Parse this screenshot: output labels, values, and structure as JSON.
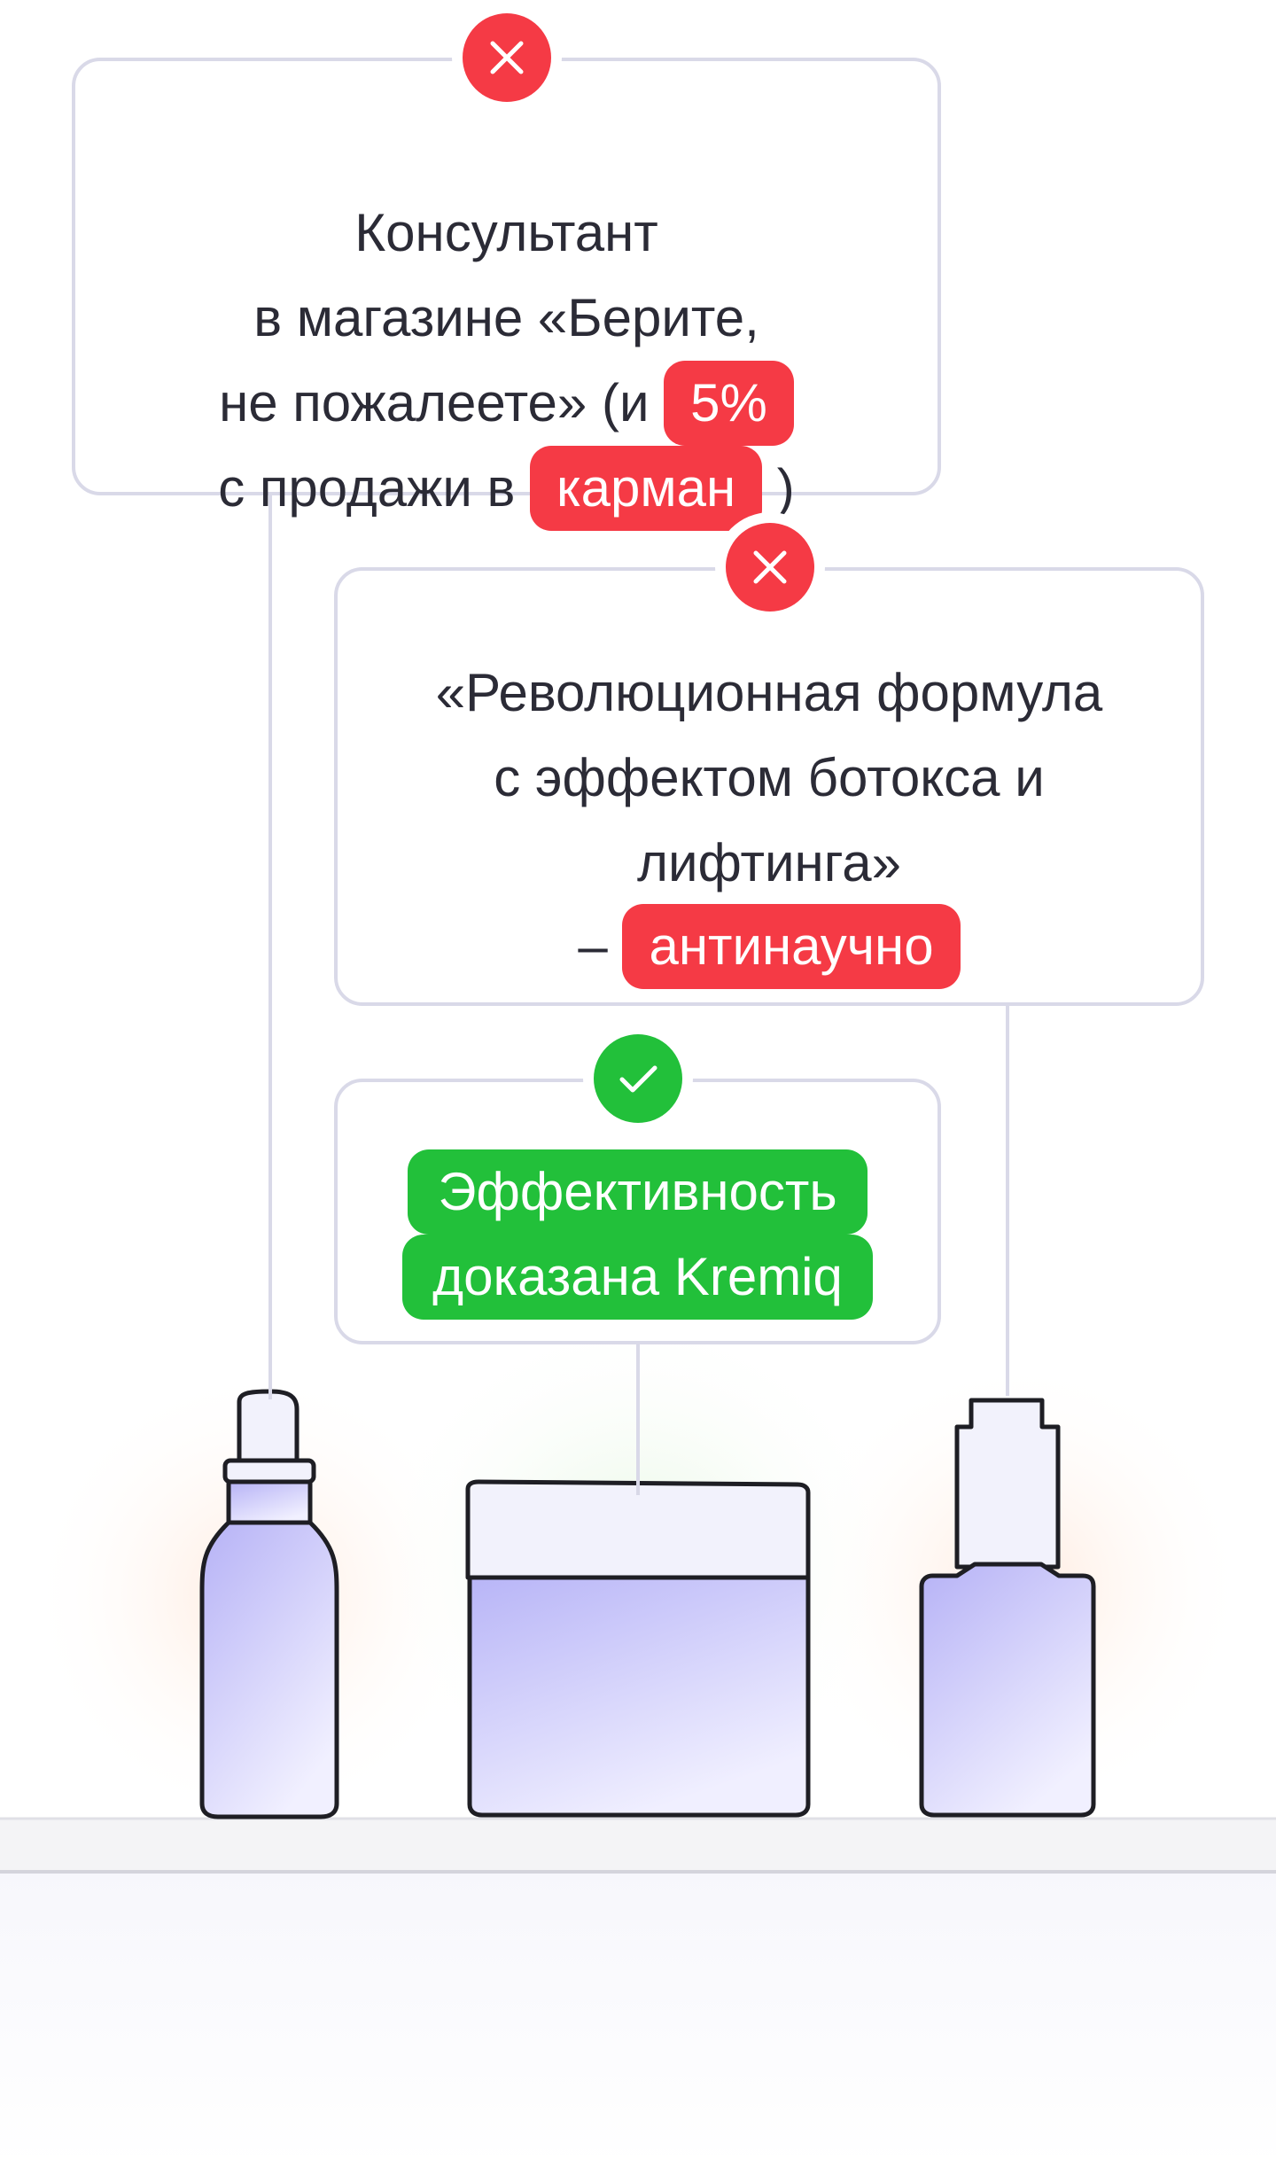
{
  "cards": {
    "consultant": {
      "status": "incorrect",
      "line1": "Консультант",
      "line2": "в магазине «Берите,",
      "line3_text": "не пожалеете» (и ",
      "line3_highlight": "5%",
      "line4_text": "с продажи в ",
      "line4_highlight": "карман",
      "line4_tail": ")"
    },
    "formula": {
      "status": "incorrect",
      "line1": "«Революционная формула",
      "line2": "с эффектом ботокса и",
      "line3": "лифтинга»",
      "line4_text": "– ",
      "line4_highlight": "антинаучно"
    },
    "proven": {
      "status": "correct",
      "line1_highlight": "Эффективность",
      "line2_highlight": "доказана Kremiq"
    }
  },
  "icons": {
    "incorrect": "close-icon",
    "correct": "checkmark-icon"
  },
  "colors": {
    "red": "#f53a45",
    "green": "#22c03a",
    "border": "#d9d9e8",
    "product_fill": "#bdbaf7",
    "text": "#2b2b36"
  }
}
